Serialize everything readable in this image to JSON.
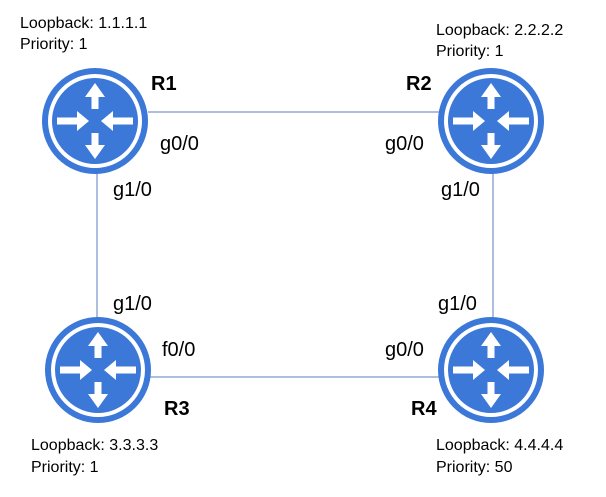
{
  "routers": [
    {
      "name": "R1",
      "loopback": "Loopback: 1.1.1.1",
      "priority": "Priority: 1",
      "icon": "router-icon"
    },
    {
      "name": "R2",
      "loopback": "Loopback: 2.2.2.2",
      "priority": "Priority: 1",
      "icon": "router-icon"
    },
    {
      "name": "R3",
      "loopback": "Loopback: 3.3.3.3",
      "priority": "Priority: 1",
      "icon": "router-icon"
    },
    {
      "name": "R4",
      "loopback": "Loopback: 4.4.4.4",
      "priority": "Priority: 50",
      "icon": "router-icon"
    }
  ],
  "links": [
    {
      "from": "R1",
      "from_iface": "g0/0",
      "to": "R2",
      "to_iface": "g0/0"
    },
    {
      "from": "R1",
      "from_iface": "g1/0",
      "to": "R3",
      "to_iface": "g1/0"
    },
    {
      "from": "R2",
      "from_iface": "g1/0",
      "to": "R4",
      "to_iface": "g1/0"
    },
    {
      "from": "R3",
      "from_iface": "f0/0",
      "to": "R4",
      "to_iface": "g0/0"
    }
  ],
  "colors": {
    "router_fill": "#3c78d8",
    "router_ring": "#ffffff",
    "link": "#5b7fc0",
    "text": "#000000"
  }
}
